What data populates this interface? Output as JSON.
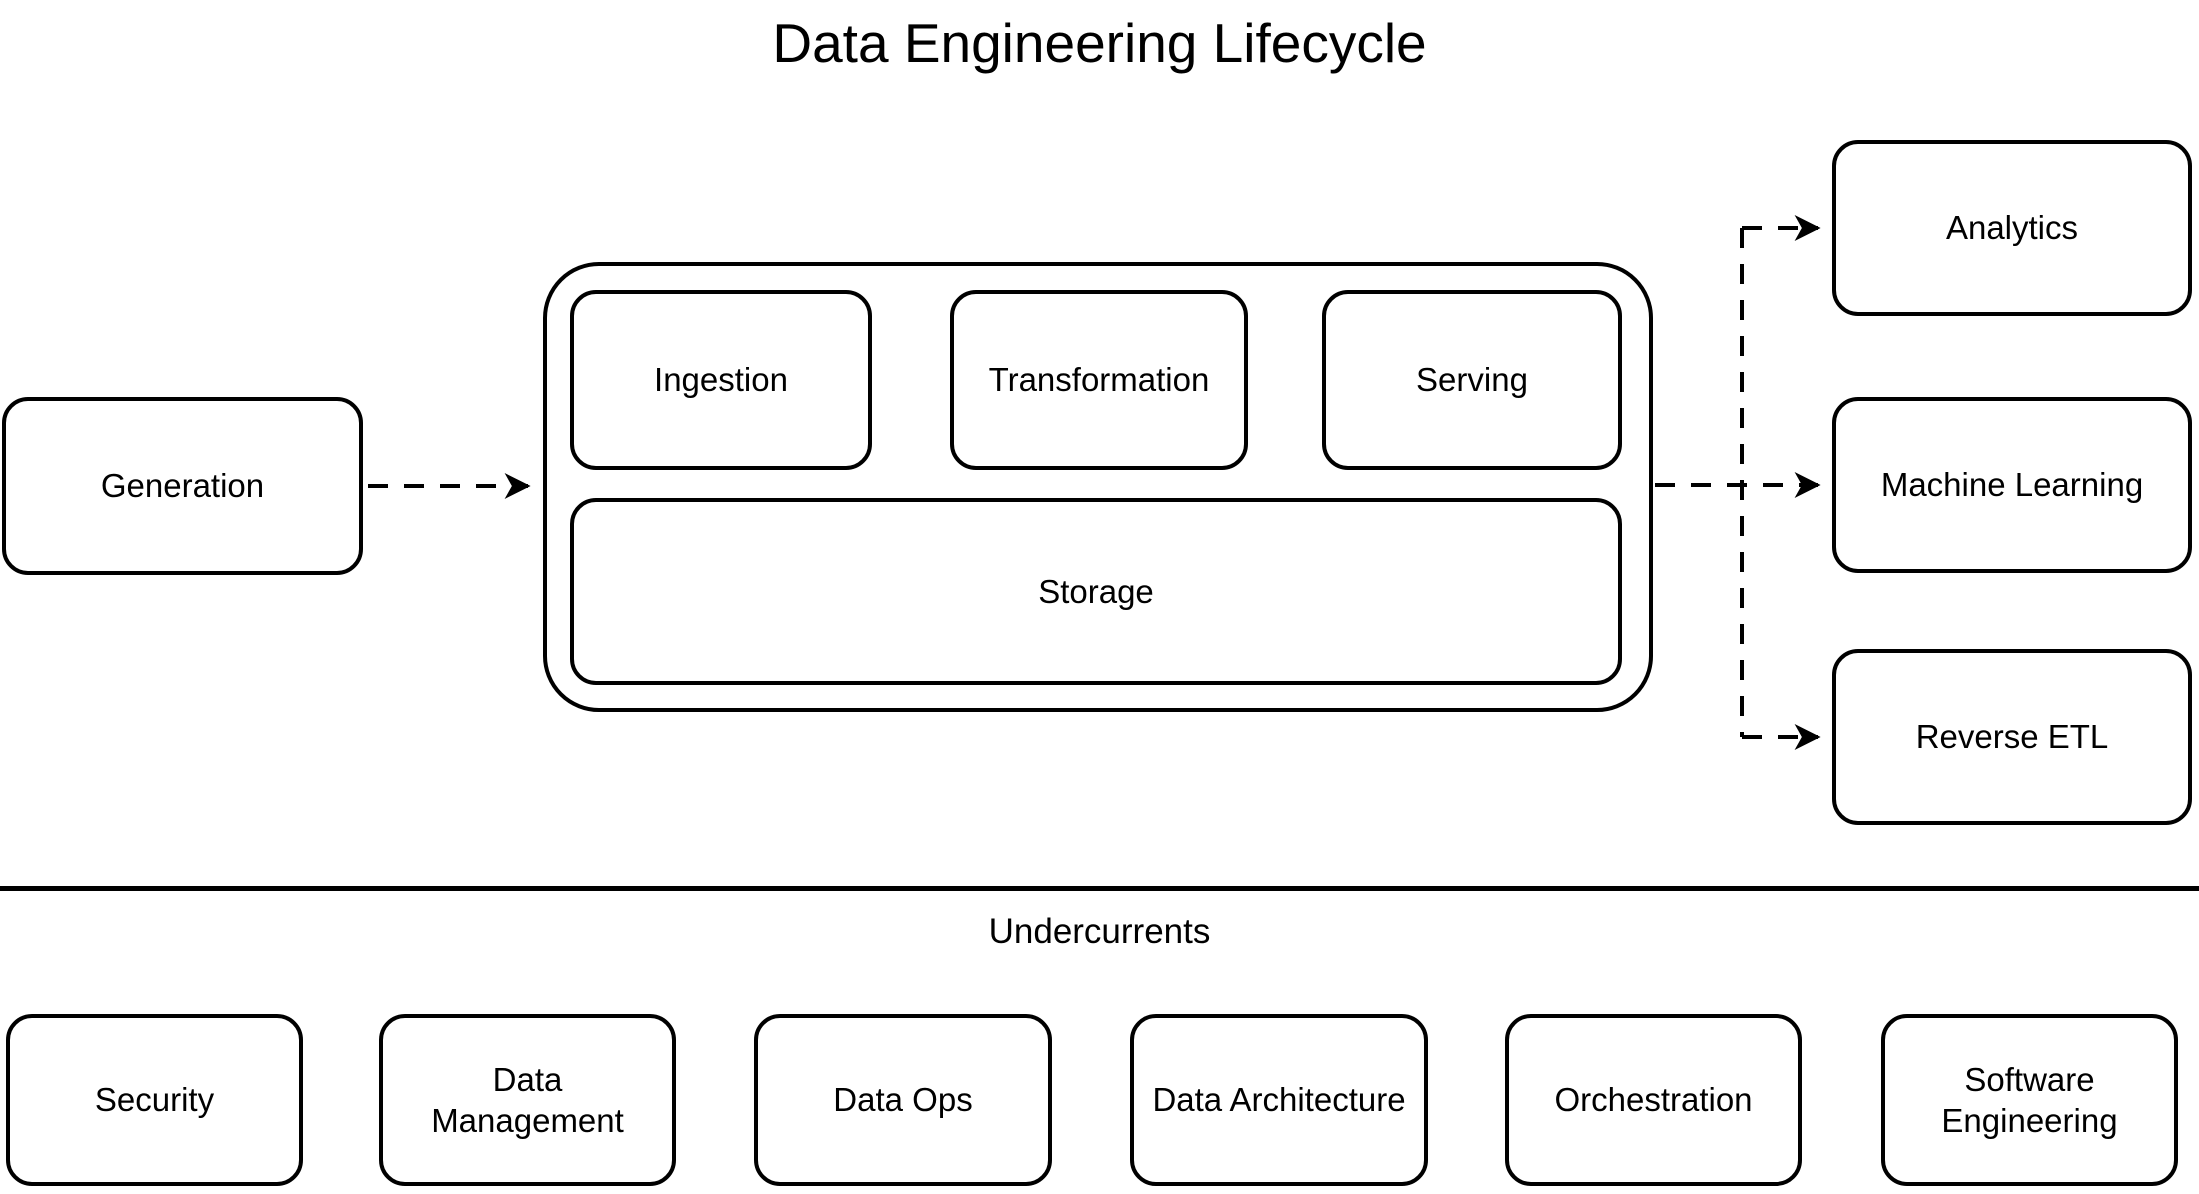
{
  "title": "Data Engineering Lifecycle",
  "colors": {
    "ink": "#000000",
    "background": "#ffffff"
  },
  "lifecycle": {
    "generation": "Generation",
    "pipeline": {
      "ingestion": "Ingestion",
      "transformation": "Transformation",
      "serving": "Serving",
      "storage": "Storage"
    },
    "outputs": {
      "analytics": "Analytics",
      "machine_learning": "Machine Learning",
      "reverse_etl": "Reverse ETL"
    }
  },
  "edges": [
    {
      "from": "Generation",
      "to": "Pipeline",
      "style": "dashed-arrow"
    },
    {
      "from": "Ingestion",
      "to": "Transformation",
      "style": "dashed-arrow"
    },
    {
      "from": "Transformation",
      "to": "Serving",
      "style": "dashed-arrow"
    },
    {
      "from": "Pipeline",
      "to": "Analytics",
      "style": "dashed-arrow"
    },
    {
      "from": "Pipeline",
      "to": "Machine Learning",
      "style": "dashed-arrow"
    },
    {
      "from": "Pipeline",
      "to": "Reverse ETL",
      "style": "dashed-arrow"
    }
  ],
  "undercurrents": {
    "label": "Undercurrents",
    "items": [
      "Security",
      "Data\nManagement",
      "Data Ops",
      "Data Architecture",
      "Orchestration",
      "Software\nEngineering"
    ]
  }
}
